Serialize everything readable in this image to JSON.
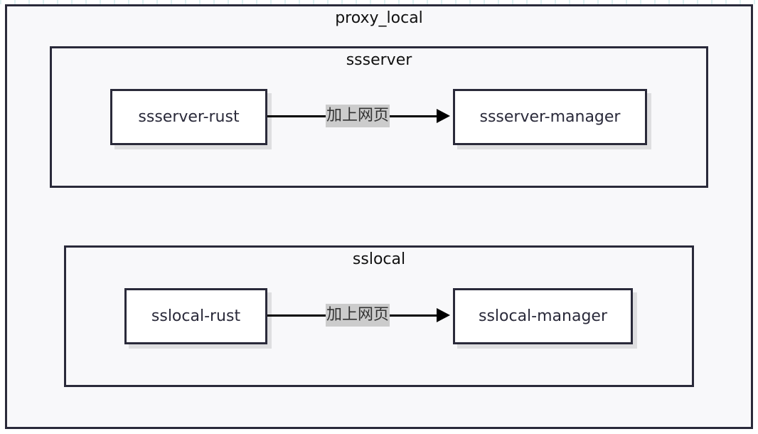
{
  "diagram": {
    "outer_group": {
      "title": "proxy_local"
    },
    "groups": [
      {
        "title": "ssserver",
        "source_node": "ssserver-rust",
        "target_node": "ssserver-manager",
        "edge_label": "加上网页"
      },
      {
        "title": "sslocal",
        "source_node": "sslocal-rust",
        "target_node": "sslocal-manager",
        "edge_label": "加上网页"
      }
    ]
  },
  "colors": {
    "group_fill": "#f8f8fa",
    "border": "#2a2a3a",
    "node_fill": "#ffffff",
    "edge": "#000000",
    "edge_label_bg": "#cccccc"
  }
}
